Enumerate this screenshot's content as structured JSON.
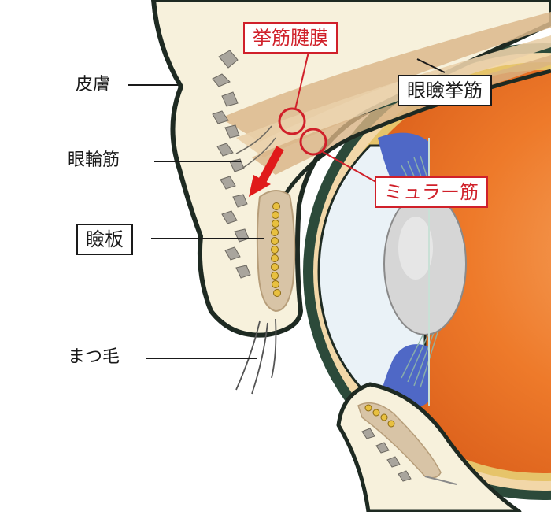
{
  "labels": {
    "skin": "皮膚",
    "orbicularis": "眼輪筋",
    "tarsus": "瞼板",
    "eyelashes": "まつ毛",
    "levator_aponeurosis": "挙筋腱膜",
    "levator_muscle": "眼瞼挙筋",
    "muller_muscle": "ミュラー筋"
  },
  "colors": {
    "outline": "#1e2a22",
    "skin_fill": "#f7f1dc",
    "muscle_tan": "#dcb98c",
    "tarsus_fill": "#d8c4a6",
    "gland_yellow": "#e8c040",
    "fat_gray": "#a9a59d",
    "iris_blue": "#4f68c6",
    "sclera_orange": "#ee7a2a",
    "lens_gray": "#d6d6d6",
    "highlight_red": "#d0202a"
  }
}
